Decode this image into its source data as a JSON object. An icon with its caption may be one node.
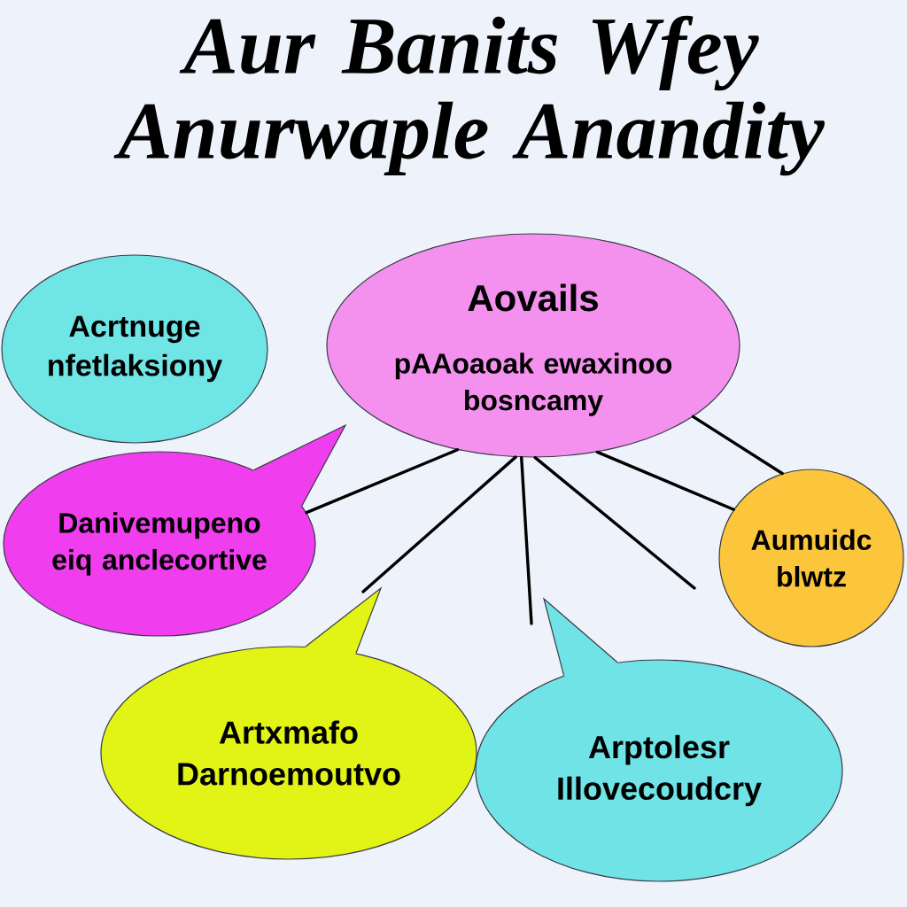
{
  "diagram": {
    "title": "Aur Banits Wfey Anurwaple Anandity",
    "nodes": [
      {
        "text": [
          "Acrtnuge nfetlaksiony"
        ]
      },
      {
        "text": [
          "Aovails",
          "pAAoaoak ewaxinoo bosncamy"
        ]
      },
      {
        "text": [
          "Danivemupeno eiq anclecortive"
        ]
      },
      {
        "text": [
          "Aumuidc blwtz"
        ]
      },
      {
        "text": [
          "Artxmafo Darnoemoutvo"
        ]
      },
      {
        "text": [
          "Arptolesr Illovecoudcry"
        ]
      }
    ],
    "edges": [
      {
        "from": 1,
        "to": 2,
        "arrow": "none"
      },
      {
        "from": 1,
        "to": 4,
        "arrow": "none"
      },
      {
        "from": 1,
        "to": 5,
        "arrow": "none"
      },
      {
        "from": 1,
        "to": null,
        "arrow": "none"
      },
      {
        "from": 1,
        "to": 3,
        "arrow": "none"
      },
      {
        "from": 1,
        "to": 3,
        "arrow": "none"
      }
    ]
  }
}
